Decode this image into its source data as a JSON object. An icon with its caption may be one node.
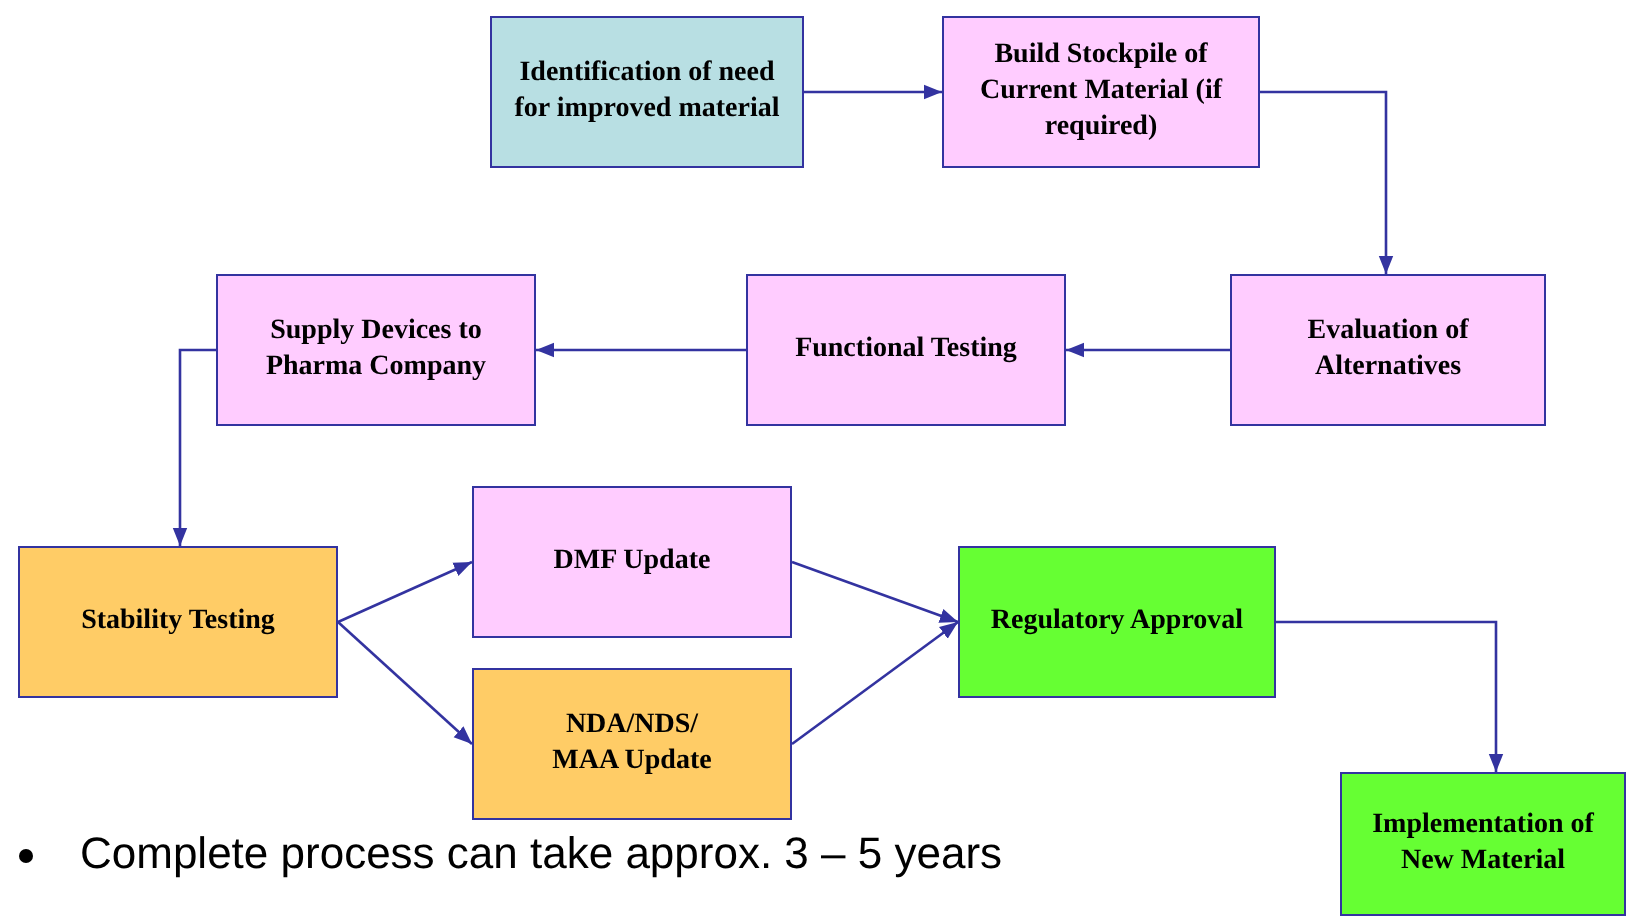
{
  "diagram": {
    "nodes": [
      {
        "text": [
          "Identification of need for improved material"
        ]
      },
      {
        "text": [
          "Build Stockpile of Current Material (if required)"
        ]
      },
      {
        "text": [
          "Evaluation of Alternatives"
        ]
      },
      {
        "text": [
          "Functional Testing"
        ]
      },
      {
        "text": [
          "Supply Devices to Pharma Company"
        ]
      },
      {
        "text": [
          "Stability Testing"
        ]
      },
      {
        "text": [
          "DMF Update"
        ]
      },
      {
        "text": [
          "NDA/NDS/ MAA Update"
        ]
      },
      {
        "text": [
          "Regulatory Approval"
        ]
      },
      {
        "text": [
          "Implementation of New Material"
        ]
      }
    ],
    "edges": [
      {
        "from": 0,
        "to": 1,
        "arrow": "to"
      },
      {
        "from": 1,
        "to": 2,
        "arrow": "to"
      },
      {
        "from": 2,
        "to": 3,
        "arrow": "to"
      },
      {
        "from": 3,
        "to": 4,
        "arrow": "to"
      },
      {
        "from": 4,
        "to": 5,
        "arrow": "to"
      },
      {
        "from": 5,
        "to": 6,
        "arrow": "to"
      },
      {
        "from": 5,
        "to": 7,
        "arrow": "to"
      },
      {
        "from": 6,
        "to": 8,
        "arrow": "to"
      },
      {
        "from": 7,
        "to": 8,
        "arrow": "to"
      },
      {
        "from": 8,
        "to": 9,
        "arrow": "to"
      }
    ],
    "labels": [
      "Complete process can take approx. 3 – 5 years"
    ]
  }
}
